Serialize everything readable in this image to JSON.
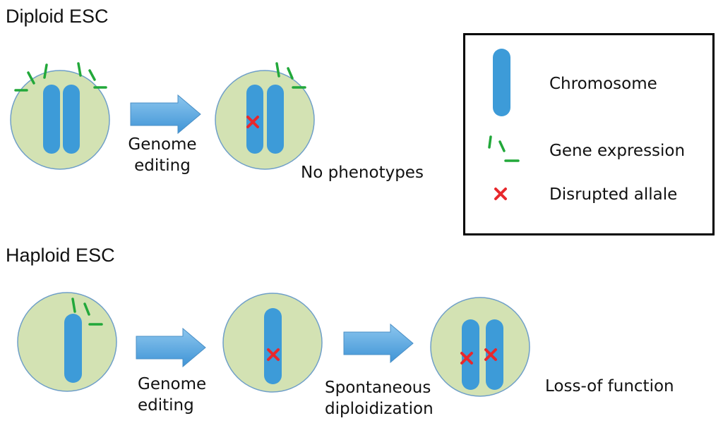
{
  "diploid": {
    "title": "Diploid ESC",
    "step_label": "Genome\nediting",
    "result_label": "No phenotypes"
  },
  "haploid": {
    "title": "Haploid ESC",
    "step1_label": "Genome\nediting",
    "step2_label": "Spontaneous\ndiploidization",
    "result_label": "Loss-of function"
  },
  "legend": {
    "chromosome": "Chromosome",
    "gene_expression": "Gene expression",
    "disrupted_allele": "Disrupted allale"
  },
  "colors": {
    "cell_fill": "#d3e2b3",
    "cell_stroke": "#6f9fc8",
    "chromosome": "#3d9bd8",
    "gene_mark": "#22a83a",
    "disrupted": "#e8282c",
    "arrow_fill": "#5aa8e0"
  }
}
